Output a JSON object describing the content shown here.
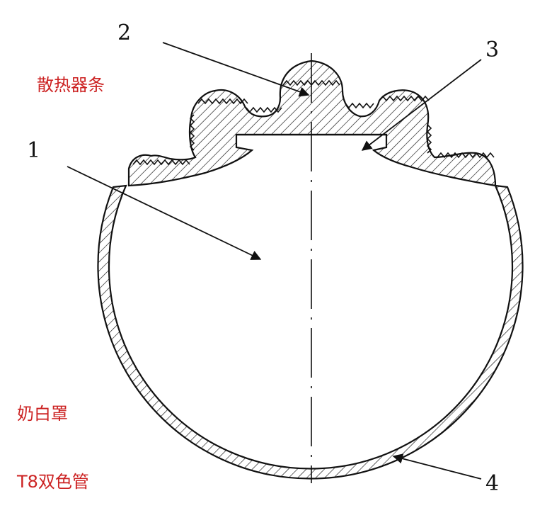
{
  "labels": {
    "num_1": "1",
    "num_2": "2",
    "num_3": "3",
    "num_4": "4",
    "heatsink": "散热器条",
    "diffuser": "奶白罩",
    "tube": "T8双色管"
  },
  "colors": {
    "line": "#111111",
    "caption": "#cc2222",
    "background": "#ffffff"
  }
}
